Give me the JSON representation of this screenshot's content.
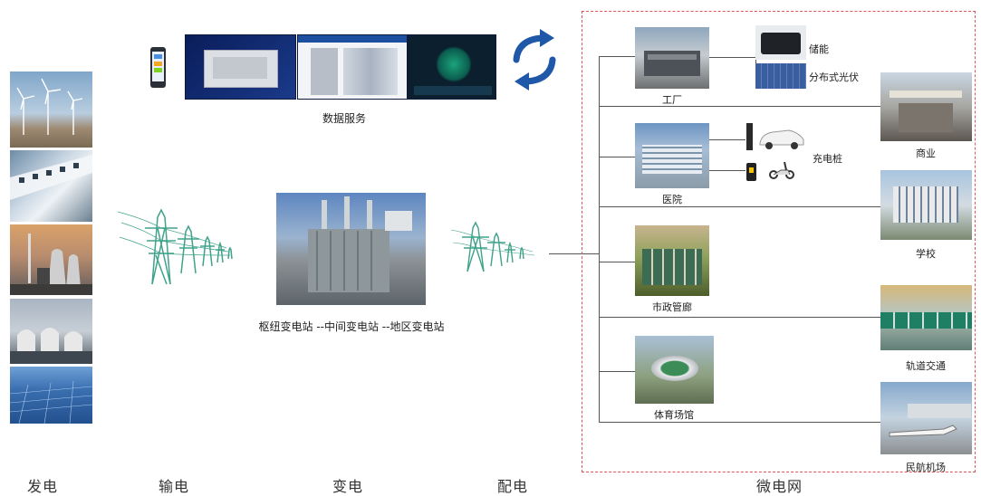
{
  "stages": {
    "generation": "发电",
    "transmission": "输电",
    "transformation": "变电",
    "distribution": "配电",
    "microgrid": "微电网"
  },
  "data_service": {
    "label": "数据服务"
  },
  "substation": {
    "label": "枢纽变电站 --中间变电站 --地区变电站"
  },
  "microgrid_nodes": {
    "factory": "工厂",
    "storage": "储能",
    "pv": "分布式光伏",
    "commercial": "商业",
    "hospital": "医院",
    "charging": "充电桩",
    "school": "学校",
    "utility_tunnel": "市政管廊",
    "rail_transit": "轨道交通",
    "stadium": "体育场馆",
    "airport": "民航机场"
  },
  "colors": {
    "tower": "#3fa28a",
    "sync_arrow": "#1f58a8",
    "dashed_border": "#e0555a",
    "connector": "#555555"
  }
}
